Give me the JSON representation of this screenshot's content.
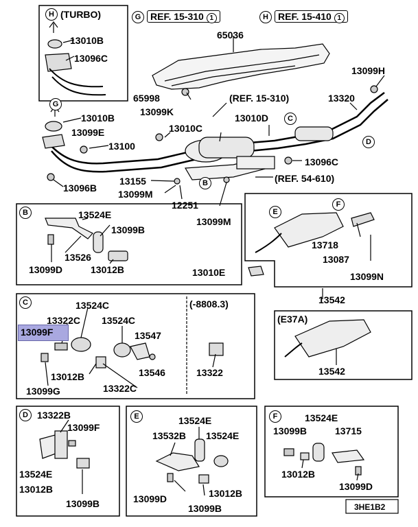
{
  "top": {
    "turbo_header": "(TURBO)",
    "ref_g": "REF. 15-310",
    "ref_h": "REF. 15-410",
    "ref_g_num": "1",
    "ref_h_num": "1",
    "ref_mid": "(REF. 15-310)",
    "ref_bottom": "(REF. 54-610)"
  },
  "circles": {
    "g": "G",
    "h": "H",
    "c": "C",
    "d": "D",
    "b": "B",
    "e": "E",
    "f": "F"
  },
  "main_parts": {
    "p13010B_a": "13010B",
    "p13096C_a": "13096C",
    "p65036": "65036",
    "p13099H": "13099H",
    "p13320": "13320",
    "p65998": "65998",
    "p13099K": "13099K",
    "p13010C": "13010C",
    "p13010D": "13010D",
    "p13010B_b": "13010B",
    "p13099E": "13099E",
    "p13100": "13100",
    "p13096C_b": "13096C",
    "p13096B": "13096B",
    "p13155": "13155",
    "p13099M_a": "13099M",
    "p12251": "12251",
    "p13099M_b": "13099M"
  },
  "box_b": {
    "p13524E": "13524E",
    "p13099B": "13099B",
    "p13526": "13526",
    "p13099D": "13099D",
    "p13012B": "13012B"
  },
  "box_ef": {
    "p13718": "13718",
    "p13087": "13087",
    "p13010E": "13010E",
    "p13099N": "13099N",
    "p13542_a": "13542"
  },
  "box_c": {
    "p13524C": "13524C",
    "p13322C_a": "13322C",
    "p13524C_b": "13524C",
    "p13099F": "13099F",
    "p13547": "13547",
    "p13546": "13546",
    "p13012B": "13012B",
    "p13322C_b": "13322C",
    "p13099G": "13099G",
    "date": "(-8808.3)",
    "p13322": "13322"
  },
  "box_e37a": {
    "title": "(E37A)",
    "p13542": "13542"
  },
  "box_d": {
    "p13322B": "13322B",
    "p13099F": "13099F",
    "p13524E": "13524E",
    "p13012B": "13012B",
    "p13099B": "13099B"
  },
  "box_e": {
    "p13524E_top": "13524E",
    "p13532B": "13532B",
    "p13524E": "13524E",
    "p13099D": "13099D",
    "p13012B": "13012B",
    "p13099B": "13099B"
  },
  "box_f": {
    "p13524E": "13524E",
    "p13099B": "13099B",
    "p13715": "13715",
    "p13012B": "13012B",
    "p13099D": "13099D"
  },
  "footer": {
    "code": "3HE1B2"
  }
}
